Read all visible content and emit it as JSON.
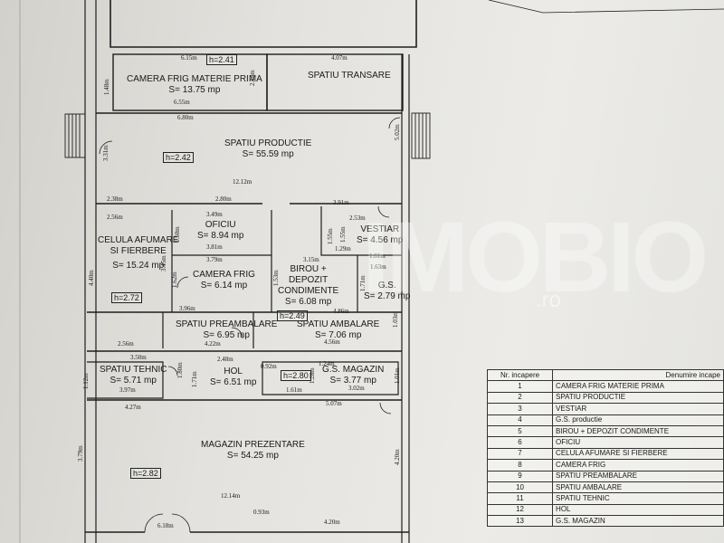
{
  "rooms": [
    {
      "id": "camera-frig-materie-prima",
      "name": "CAMERA FRIG MATERIE PRIMA",
      "area": "S= 13.75 mp"
    },
    {
      "id": "spatiu-transare",
      "name": "SPATIU TRANSARE",
      "area": ""
    },
    {
      "id": "spatiu-productie",
      "name": "SPATIU PRODUCTIE",
      "area": "S= 55.59 mp"
    },
    {
      "id": "oficiu",
      "name": "OFICIU",
      "area": "S= 8.94 mp"
    },
    {
      "id": "celula-afumare",
      "name": "CELULA AFUMARE",
      "name2": "SI FIERBERE",
      "area": "S= 15.24 mp"
    },
    {
      "id": "vestiar",
      "name": "VESTIAR",
      "area": "S= 4.56 mp"
    },
    {
      "id": "camera-frig",
      "name": "CAMERA FRIG",
      "area": "S= 6.14 mp"
    },
    {
      "id": "birou-depozit",
      "name": "BIROU +",
      "name2": "DEPOZIT",
      "name3": "CONDIMENTE",
      "area": "S= 6.08 mp"
    },
    {
      "id": "gs",
      "name": "G.S.",
      "area": "S= 2.79 mp"
    },
    {
      "id": "spatiu-preambalare",
      "name": "SPATIU PREAMBALARE",
      "area": "S= 6.95 mp"
    },
    {
      "id": "spatiu-ambalare",
      "name": "SPATIU AMBALARE",
      "area": "S= 7.06 mp"
    },
    {
      "id": "spatiu-tehnic",
      "name": "SPATIU TEHNIC",
      "area": "S= 5.71 mp"
    },
    {
      "id": "hol",
      "name": "HOL",
      "area": "S= 6.51 mp"
    },
    {
      "id": "gs-magazin",
      "name": "G.S. MAGAZIN",
      "area": "S= 3.77 mp"
    },
    {
      "id": "magazin-prezentare",
      "name": "MAGAZIN PREZENTARE",
      "area": "S= 54.25 mp"
    }
  ],
  "heights": [
    "h=2.41",
    "h=2.42",
    "h=2.72",
    "h=2.49",
    "h=2.80",
    "h=2.82"
  ],
  "dimensions": [
    "6.15m",
    "4.07m",
    "1.48m",
    "6.55m",
    "2.14m",
    "6.80m",
    "3.31m",
    "5.02m",
    "12.12m",
    "2.38m",
    "2.80m",
    "3.91m",
    "2.56m",
    "3.49m",
    "2.53m",
    "1.55m",
    "1.50m",
    "3.81m",
    "1.55m",
    "1.29m",
    "3.79m",
    "3.15m",
    "1.61m",
    "3.45m",
    "1.63m",
    "4.40m",
    "1.62m",
    "1.53m",
    "1.71m",
    "3.96m",
    "4.86m",
    "1.03m",
    "2.56m",
    "4.22m",
    "4.56m",
    "3.50m",
    "2.48m",
    "0.92m",
    "1.24m",
    "1.12m",
    "1.80m",
    "1.71m",
    "1.28m",
    "1.61m",
    "3.02m",
    "1.01m",
    "3.97m",
    "5.07m",
    "4.27m",
    "3.79m",
    "4.20m",
    "12.14m",
    "0.93m",
    "6.18m",
    "4.20m"
  ],
  "watermark": {
    "text": "IMOBIO",
    "suffix": ".ro"
  },
  "legend": {
    "col_number": "Nr. incapere",
    "col_name": "Denumire incape",
    "rows": [
      {
        "nr": "1",
        "name": "CAMERA FRIG MATERIE PRIMA"
      },
      {
        "nr": "2",
        "name": "SPATIU PRODUCTIE"
      },
      {
        "nr": "3",
        "name": "VESTIAR"
      },
      {
        "nr": "4",
        "name": "G.S. productie"
      },
      {
        "nr": "5",
        "name": "BIROU + DEPOZIT CONDIMENTE"
      },
      {
        "nr": "6",
        "name": "OFICIU"
      },
      {
        "nr": "7",
        "name": "CELULA AFUMARE SI FIERBERE"
      },
      {
        "nr": "8",
        "name": "CAMERA FRIG"
      },
      {
        "nr": "9",
        "name": "SPATIU PREAMBALARE"
      },
      {
        "nr": "10",
        "name": "SPATIU AMBALARE"
      },
      {
        "nr": "11",
        "name": "SPATIU TEHNIC"
      },
      {
        "nr": "12",
        "name": "HOL"
      },
      {
        "nr": "13",
        "name": "G.S. MAGAZIN"
      }
    ]
  },
  "colors": {
    "ink": "#1a1a1a",
    "paper": "#e6e5e1"
  }
}
